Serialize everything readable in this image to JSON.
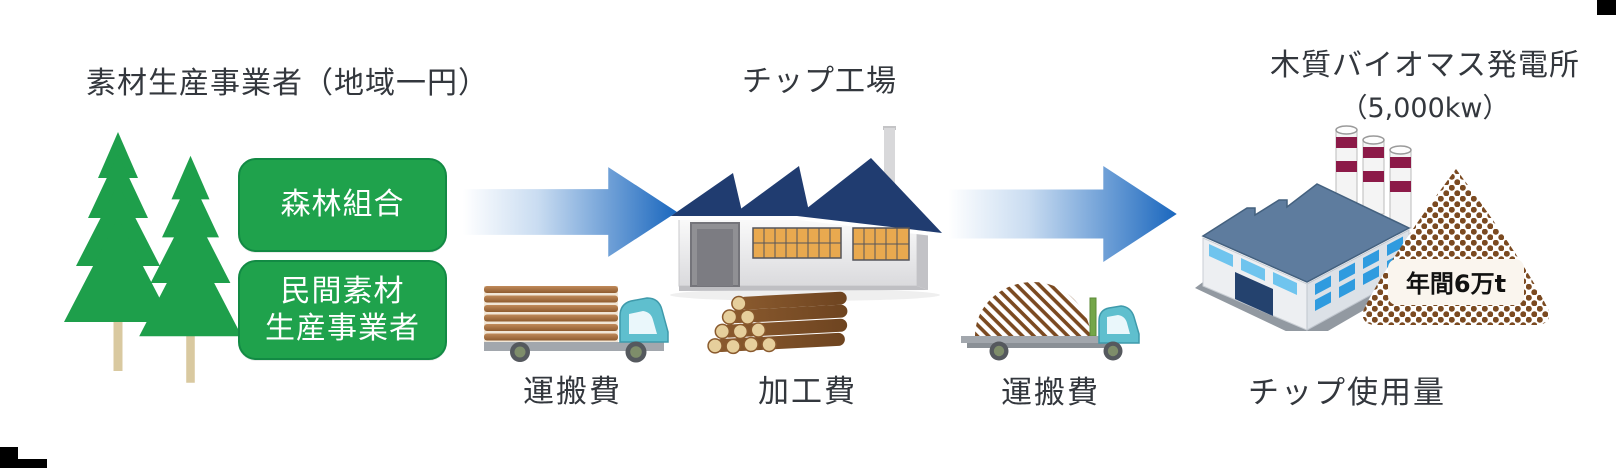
{
  "stage": {
    "producer": {
      "heading": "素材生産事業者（地域一円）",
      "org_box_1": "森林組合",
      "org_box_2_line1": "民間素材",
      "org_box_2_line2": "生産事業者"
    },
    "chip_factory": {
      "heading": "チップ工場",
      "transport_cost_label": "運搬費",
      "processing_cost_label": "加工費"
    },
    "power_plant": {
      "heading_line1": "木質バイオマス発電所",
      "heading_line2": "（5,000kw）",
      "transport_cost_label": "運搬費",
      "annual_chip_amount": "年間6万t",
      "chip_usage_label": "チップ使用量"
    }
  },
  "icons": {
    "pine-trees-icon": "two green conifer trees",
    "flow-arrow-icon": "blue gradient arrow pointing right",
    "log-truck-icon": "teal-cab truck loaded with logs",
    "logs-pile-icon": "stacked timber logs",
    "chip-factory-icon": "white factory with navy sawtooth roof and chimney",
    "chip-truck-icon": "teal-cab flatbed truck with wood-chip mound",
    "power-plant-icon": "isometric plant with three maroon-striped chimneys",
    "chip-pile-icon": "triangular mound of brown wood chips"
  },
  "colors": {
    "org_box_green": "#1FA24C",
    "arrow_blue": "#1A67BE",
    "factory_roof_navy": "#203C70",
    "plant_roof_blue": "#5E7C9E",
    "chimney_stripe_maroon": "#8C1A48",
    "chip_brown": "#7B4A21",
    "truck_cab_teal": "#5FBFCE",
    "text_dark": "#33373D"
  }
}
